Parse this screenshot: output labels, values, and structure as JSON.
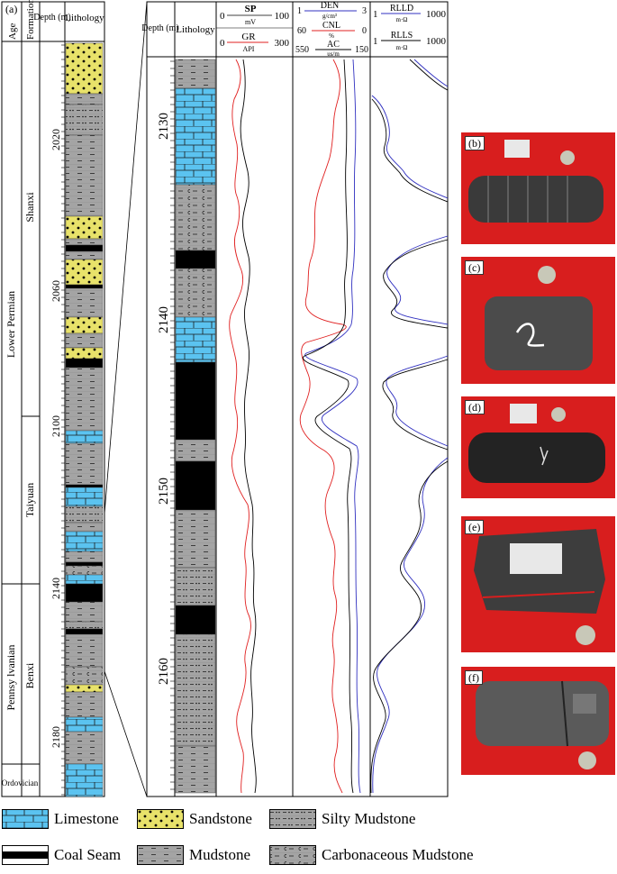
{
  "panel_a": {
    "label": "(a)",
    "headers": {
      "age": "Age",
      "formation": "Formation",
      "depth": "Depth (m)",
      "lithology": "Lithology"
    },
    "ages": [
      "Lower Permian",
      "Pennsy lvanian",
      "Ordovician"
    ],
    "formations": [
      "Shanxi",
      "Taiyuan",
      "Benxi"
    ],
    "depth_ticks": [
      "2020",
      "2060",
      "2100",
      "2140",
      "2180"
    ]
  },
  "log_panel": {
    "headers": {
      "depth": "Depth (m)",
      "lithology": "Lithology"
    },
    "depth_ticks": [
      "2130",
      "2140",
      "2150",
      "2160"
    ],
    "tracks": {
      "sp": {
        "name": "SP",
        "unit": "mV",
        "min": "0",
        "max": "100"
      },
      "gr": {
        "name": "GR",
        "unit": "API",
        "min": "0",
        "max": "300"
      },
      "den": {
        "name": "DEN",
        "unit": "g/cm³",
        "min": "1",
        "max": "3"
      },
      "cnl": {
        "name": "CNL",
        "unit": "%",
        "min": "60",
        "max": "0"
      },
      "ac": {
        "name": "AC",
        "unit": "us/m",
        "min": "550",
        "max": "150"
      },
      "rlld": {
        "name": "RLLD",
        "unit": "m·Ω",
        "min": "1",
        "max": "1000"
      },
      "rlls": {
        "name": "RLLS",
        "unit": "m·Ω",
        "min": "1",
        "max": "1000"
      }
    }
  },
  "photos": [
    {
      "label": "(b)"
    },
    {
      "label": "(c)"
    },
    {
      "label": "(d)"
    },
    {
      "label": "(e)"
    },
    {
      "label": "(f)"
    }
  ],
  "legend": [
    {
      "label": "Limestone",
      "pattern": "limestone"
    },
    {
      "label": "Sandstone",
      "pattern": "sandstone"
    },
    {
      "label": "Silty Mudstone",
      "pattern": "silty"
    },
    {
      "label": "Coal Seam",
      "pattern": "coal"
    },
    {
      "label": "Mudstone",
      "pattern": "mudstone"
    },
    {
      "label": "Carbonaceous Mudstone",
      "pattern": "carb"
    }
  ],
  "colors": {
    "limestone": "#5bc3f0",
    "sandstone": "#e8e26a",
    "mudstone": "#a4a4a4",
    "coal": "#000000",
    "photo_bg": "#d81e1e",
    "gr": "#e02020",
    "den": "#3030c0",
    "cnl": "#e02020",
    "ac": "#000000"
  }
}
